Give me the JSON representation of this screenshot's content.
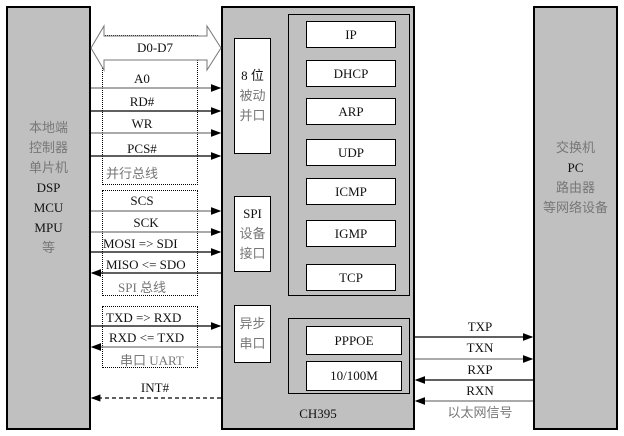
{
  "local_controller": {
    "lines": [
      {
        "text": "本地端",
        "tone": "gray"
      },
      {
        "text": "控制器",
        "tone": "gray"
      },
      {
        "text": "单片机",
        "tone": "gray"
      },
      {
        "text": "DSP",
        "tone": "dark"
      },
      {
        "text": "MCU",
        "tone": "dark"
      },
      {
        "text": "MPU",
        "tone": "dark"
      },
      {
        "text": "等",
        "tone": "gray"
      }
    ]
  },
  "network_device": {
    "lines": [
      {
        "text": "交换机",
        "tone": "gray"
      },
      {
        "text": "PC",
        "tone": "dark"
      },
      {
        "text": "路由器",
        "tone": "gray"
      },
      {
        "text": "等网络设备",
        "tone": "gray"
      }
    ]
  },
  "chip": {
    "name": "CH395",
    "interfaces": {
      "parallel": [
        "8 位",
        "被动",
        "并口"
      ],
      "spi": [
        "SPI",
        "设备",
        "接口"
      ],
      "uart": [
        "异步",
        "串口"
      ]
    },
    "protocols": [
      "IP",
      "DHCP",
      "ARP",
      "UDP",
      "ICMP",
      "IGMP",
      "TCP"
    ],
    "phy": [
      "PPPOE",
      "10/100M"
    ]
  },
  "buses": {
    "parallel": {
      "data_bus": "D0-D7",
      "signals": [
        "A0",
        "RD#",
        "WR",
        "PCS#"
      ],
      "caption": "并行总线"
    },
    "spi": {
      "signals": [
        "SCS",
        "SCK",
        "MOSI => SDI",
        "MISO <= SDO"
      ],
      "caption": "SPI 总线"
    },
    "uart": {
      "signals": [
        "TXD => RXD",
        "RXD <= TXD"
      ],
      "caption": "串口 UART"
    },
    "interrupt": "INT#"
  },
  "ethernet": {
    "signals": [
      "TXP",
      "TXN",
      "RXP",
      "RXN"
    ],
    "caption": "以太网信号"
  }
}
